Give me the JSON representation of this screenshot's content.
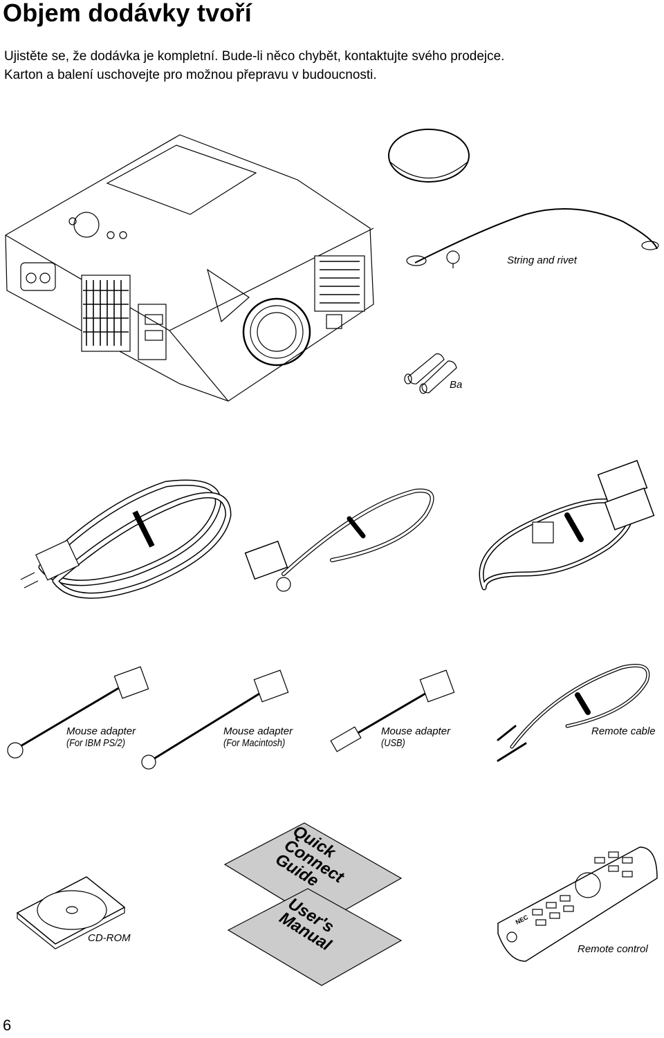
{
  "page": {
    "title": "Objem dodávky tvoří",
    "intro": [
      "Ujistěte se, že dodávka je kompletní. Bude-li něco chybět, kontaktujte svého prodejce.",
      "Karton a balení uschovejte pro možnou přepravu v budoucnosti."
    ],
    "page_number": "6"
  },
  "items": {
    "string_rivet": "String and rivet",
    "batteries": "Ba",
    "mouse_ps2": {
      "name": "Mouse adapter",
      "detail": "(For IBM PS/2)"
    },
    "mouse_mac": {
      "name": "Mouse adapter",
      "detail": "(For Macintosh)"
    },
    "mouse_usb": {
      "name": "Mouse adapter",
      "detail": "(USB)"
    },
    "remote_cable": "Remote cable",
    "cdrom": "CD-ROM",
    "quick_guide": "Quick\nConnect\nGuide",
    "users_manual": "User's\nManual",
    "remote_control": "Remote control",
    "remote_brand": "NEC"
  }
}
